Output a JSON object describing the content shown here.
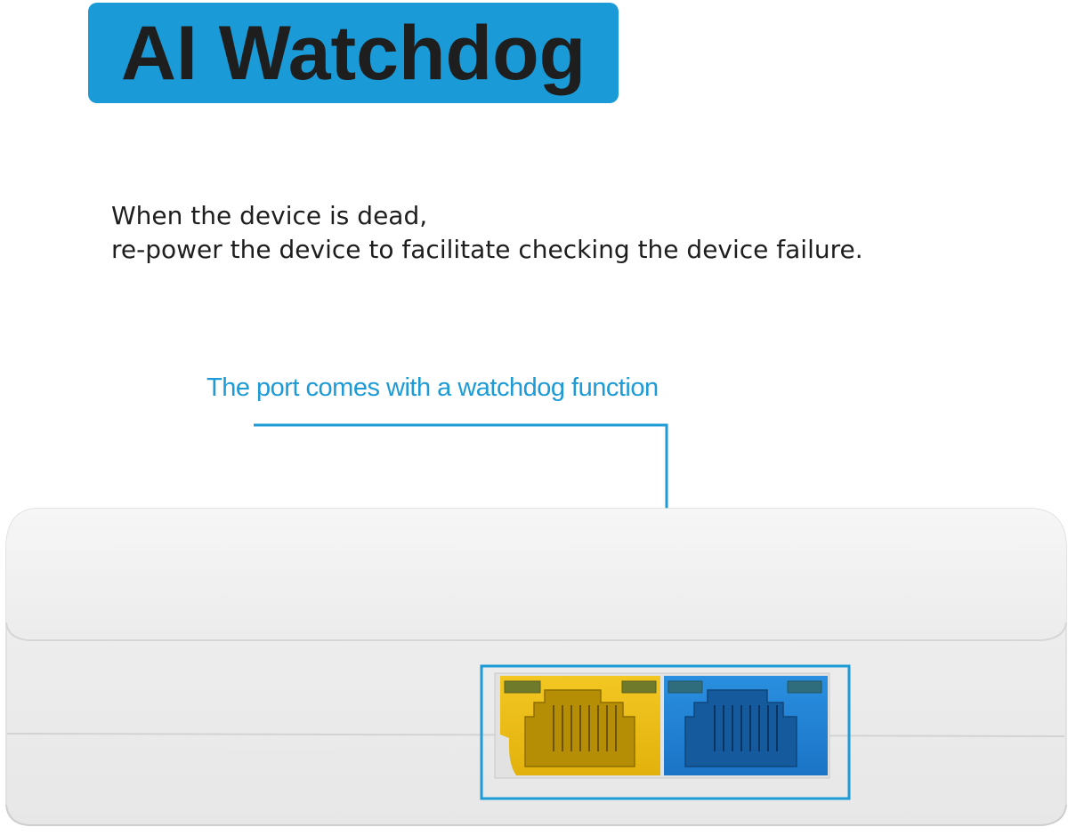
{
  "header": {
    "title": "AI Watchdog"
  },
  "description": {
    "line1": "When the device is dead,",
    "line2": "re-power the device to facilitate checking the device failure."
  },
  "callout": {
    "text": "The port comes with a watchdog function"
  },
  "colors": {
    "accent": "#1a9ad6",
    "port_yellow": "#f2c21a",
    "port_blue": "#1f86d9",
    "device_white": "#f4f4f4"
  },
  "device": {
    "ports": [
      {
        "name": "yellow-ethernet-port",
        "color": "yellow"
      },
      {
        "name": "blue-ethernet-port",
        "color": "blue"
      }
    ]
  }
}
